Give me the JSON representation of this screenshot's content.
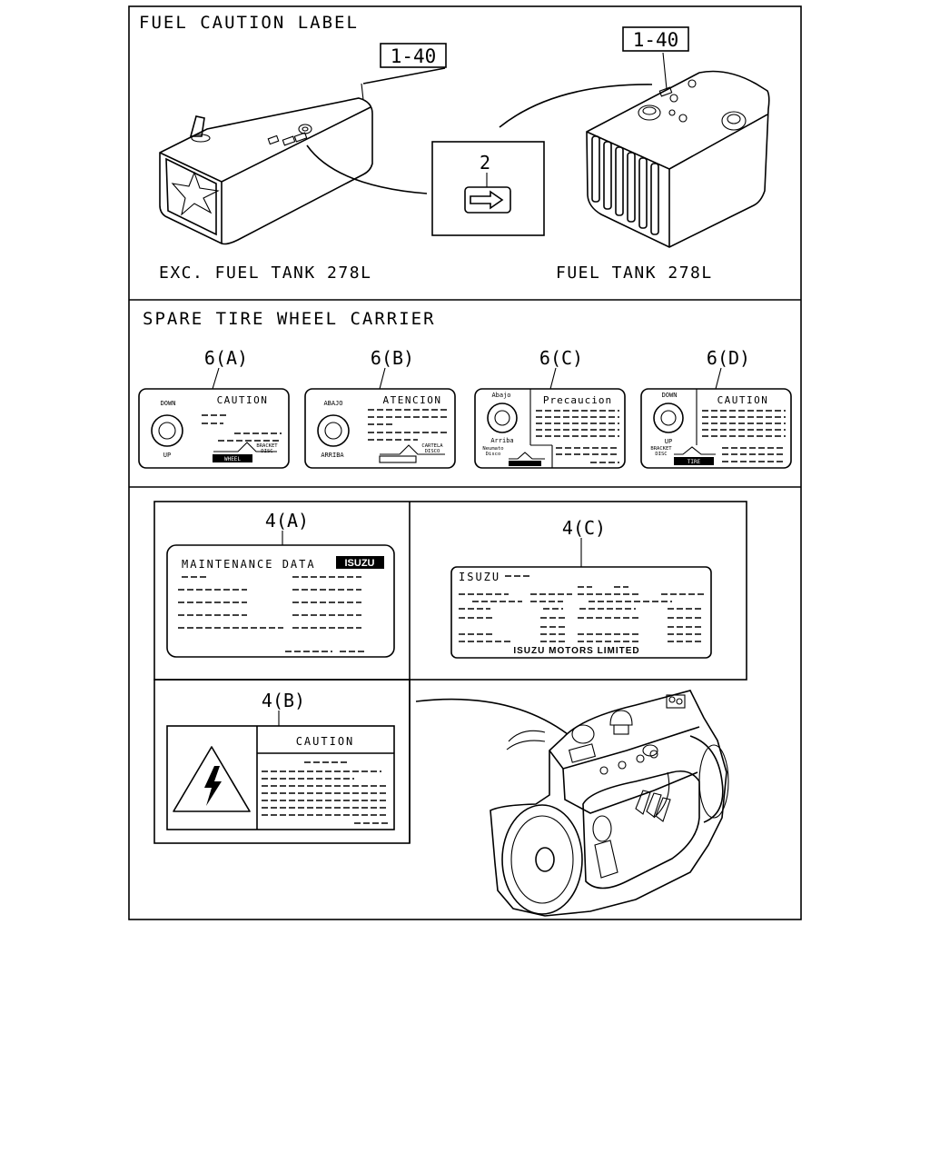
{
  "fuel": {
    "title": "FUEL CAUTION LABEL",
    "ref_left": "1-40",
    "ref_right": "1-40",
    "callout": "2",
    "caption_left": "EXC. FUEL TANK 278L",
    "caption_right": "FUEL TANK 278L"
  },
  "spare": {
    "title": "SPARE TIRE WHEEL CARRIER",
    "labels": [
      {
        "ref": "6(A)",
        "heading": "CAUTION",
        "top": "DOWN",
        "bottom": "UP",
        "tag1": "BRACKET",
        "tag2": "DISC",
        "tag3": "WHEEL"
      },
      {
        "ref": "6(B)",
        "heading": "ATENCION",
        "top": "ABAJO",
        "bottom": "ARRIBA",
        "tag1": "CARTELA",
        "tag2": "DISCO"
      },
      {
        "ref": "6(C)",
        "heading": "Precaucion",
        "top": "Abajo",
        "bottom": "Arriba",
        "tag1": "Neumato",
        "tag2": "Disco"
      },
      {
        "ref": "6(D)",
        "heading": "CAUTION",
        "top": "DOWN",
        "bottom": "UP",
        "tag1": "BRACKET",
        "tag2": "DISC",
        "tag3": "TIRE"
      }
    ]
  },
  "plates": {
    "a": {
      "ref": "4(A)",
      "title": "MAINTENANCE DATA",
      "brand": "ISUZU"
    },
    "b": {
      "ref": "4(B)",
      "heading": "CAUTION"
    },
    "c": {
      "ref": "4(C)",
      "brand": "ISUZU",
      "footer": "ISUZU MOTORS LIMITED"
    }
  }
}
